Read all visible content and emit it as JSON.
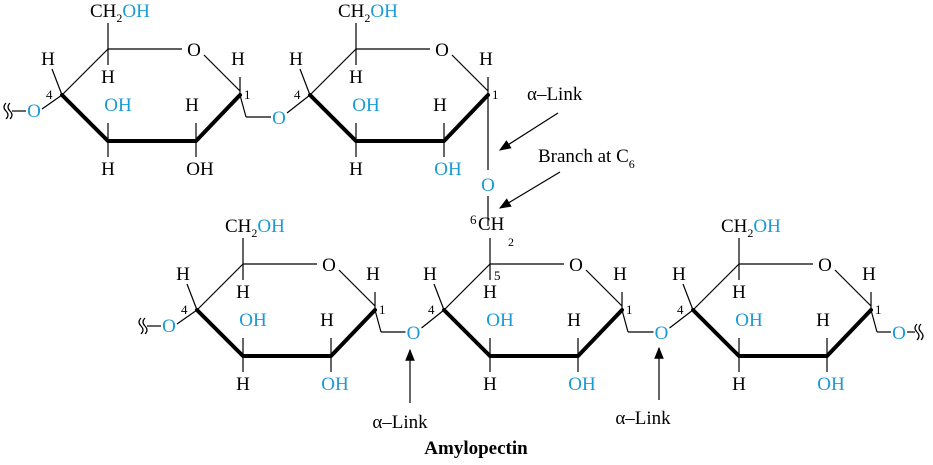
{
  "atoms": {
    "ring_o": "O",
    "h": "H",
    "oh": "OH",
    "ch2": "CH",
    "ch2_sub": "2",
    "link_o": "O",
    "h5": "H"
  },
  "numbers": {
    "c1": "1",
    "c4": "4",
    "c5": "5",
    "c6": "6"
  },
  "labels": {
    "alpha_link": "α–Link",
    "branch": "Branch at C",
    "branch_sub": "6",
    "title": "Amylopectin"
  },
  "colors": {
    "oxygen": "#1a9ad6",
    "bond": "#000000"
  }
}
